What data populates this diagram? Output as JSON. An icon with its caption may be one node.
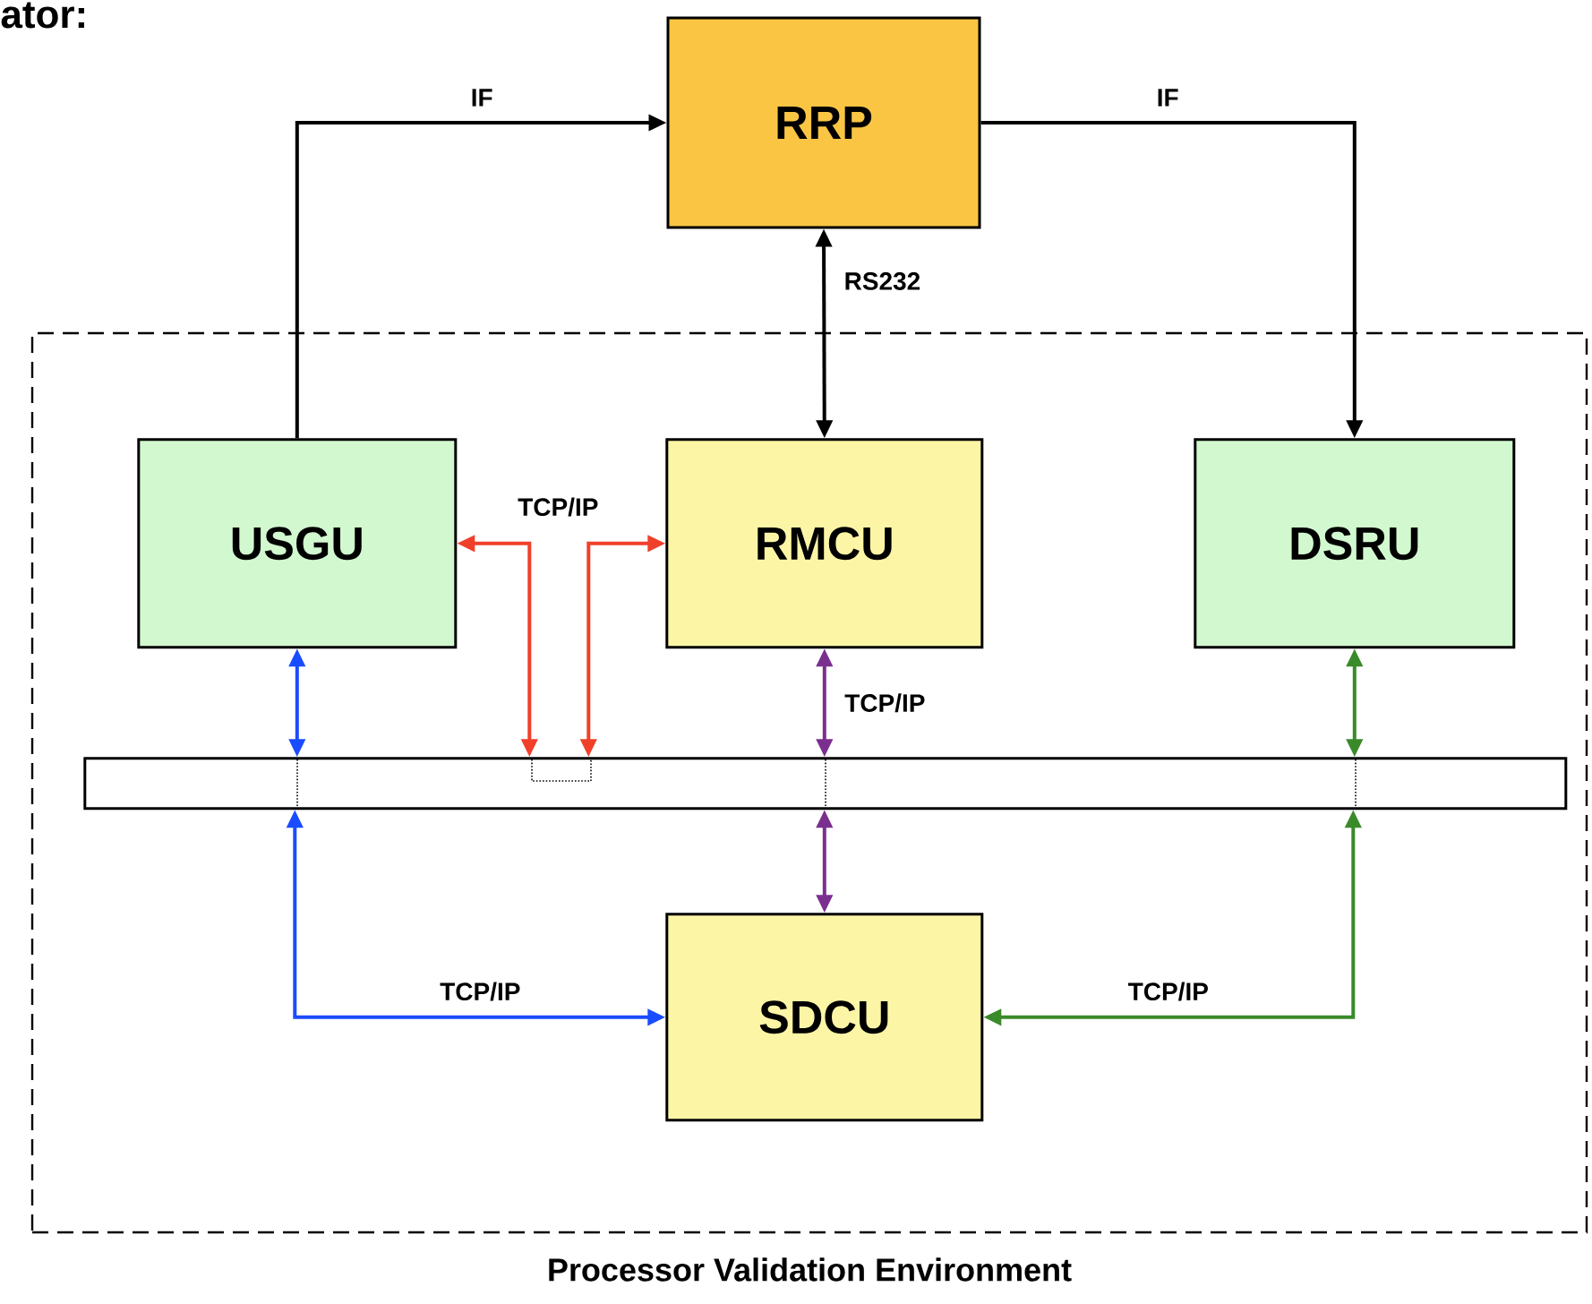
{
  "diagram": {
    "nodes": [
      {
        "text": [
          "Processor Validation Environment"
        ]
      },
      {
        "text": [
          "RRP"
        ]
      },
      {
        "text": [
          "USGU"
        ],
        "in": 0
      },
      {
        "text": [
          "RMCU"
        ],
        "in": 0
      },
      {
        "text": [
          "DSRU"
        ],
        "in": 0
      },
      {
        "text": [],
        "shape": "bar",
        "in": 0
      },
      {
        "text": [
          "SDCU"
        ],
        "in": 0
      }
    ],
    "edges": [
      {
        "from": 2,
        "to": 1,
        "arrow": "to",
        "color": "#000000",
        "label": "IF"
      },
      {
        "from": 1,
        "to": 4,
        "arrow": "to",
        "color": "#000000",
        "label": "IF"
      },
      {
        "from": 1,
        "to": 3,
        "arrow": "both",
        "color": "#000000",
        "label": "RS232"
      },
      {
        "from": 2,
        "to": 5,
        "arrow": "both",
        "color": "#1a4cff"
      },
      {
        "from": 5,
        "to": 6,
        "arrow": "both",
        "color": "#1a4cff",
        "label": "TCP/IP"
      },
      {
        "from": 2,
        "to": 5,
        "arrow": "both",
        "color": "#f0402a",
        "label": "TCP/IP"
      },
      {
        "from": 3,
        "to": 5,
        "arrow": "both",
        "color": "#f0402a"
      },
      {
        "from": 3,
        "to": 5,
        "arrow": "both",
        "color": "#7b2f8e",
        "label": "TCP/IP"
      },
      {
        "from": 5,
        "to": 6,
        "arrow": "both",
        "color": "#7b2f8e"
      },
      {
        "from": 4,
        "to": 5,
        "arrow": "both",
        "color": "#3a8a2a"
      },
      {
        "from": 5,
        "to": 6,
        "arrow": "both",
        "color": "#3a8a2a",
        "label": "TCP/IP"
      }
    ],
    "labels": [
      "ator:"
    ]
  }
}
